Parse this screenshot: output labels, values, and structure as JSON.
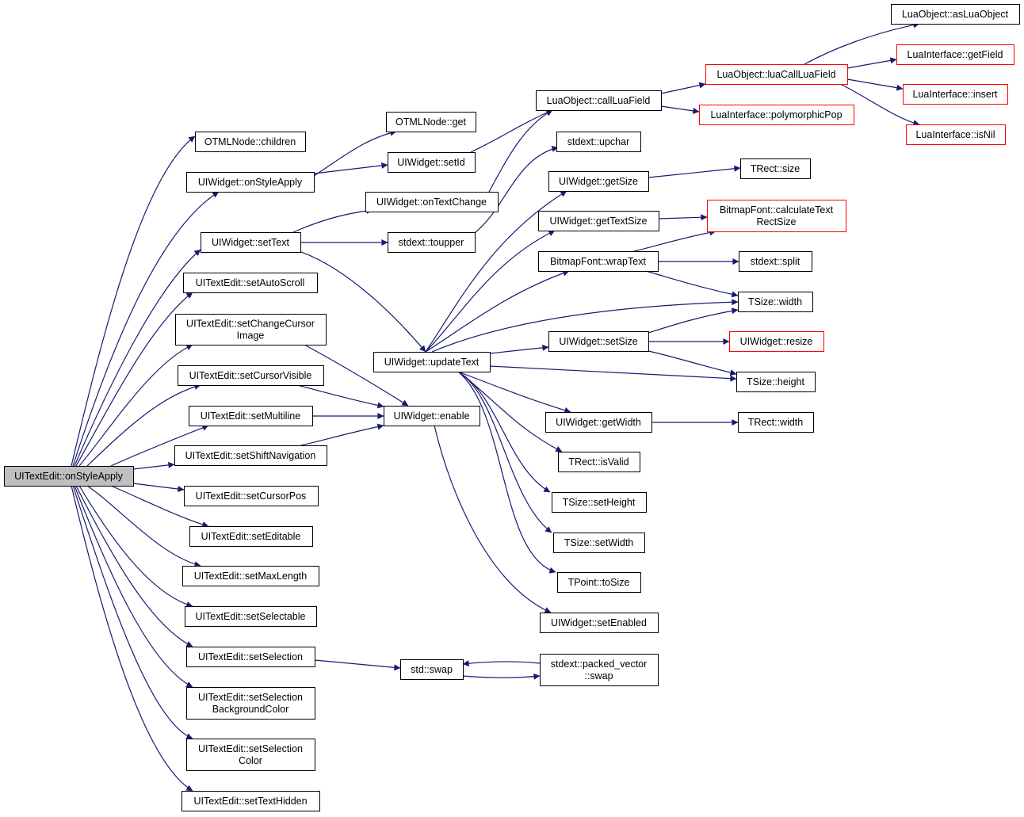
{
  "nodes": [
    {
      "id": "root",
      "lines": [
        "UITextEdit::onStyleApply"
      ],
      "style": "root"
    },
    {
      "id": "n_children",
      "lines": [
        "OTMLNode::children"
      ],
      "style": "normal"
    },
    {
      "id": "n_onstyle",
      "lines": [
        "UIWidget::onStyleApply"
      ],
      "style": "normal"
    },
    {
      "id": "n_settext",
      "lines": [
        "UIWidget::setText"
      ],
      "style": "normal"
    },
    {
      "id": "n_autoscroll",
      "lines": [
        "UITextEdit::setAutoScroll"
      ],
      "style": "normal"
    },
    {
      "id": "n_changecursor",
      "lines": [
        "UITextEdit::setChangeCursor",
        "Image"
      ],
      "style": "normal"
    },
    {
      "id": "n_cursorvisible",
      "lines": [
        "UITextEdit::setCursorVisible"
      ],
      "style": "normal"
    },
    {
      "id": "n_multiline",
      "lines": [
        "UITextEdit::setMultiline"
      ],
      "style": "normal"
    },
    {
      "id": "n_shiftnav",
      "lines": [
        "UITextEdit::setShiftNavigation"
      ],
      "style": "normal"
    },
    {
      "id": "n_cursorpos",
      "lines": [
        "UITextEdit::setCursorPos"
      ],
      "style": "normal"
    },
    {
      "id": "n_editable",
      "lines": [
        "UITextEdit::setEditable"
      ],
      "style": "normal"
    },
    {
      "id": "n_maxlength",
      "lines": [
        "UITextEdit::setMaxLength"
      ],
      "style": "normal"
    },
    {
      "id": "n_selectable",
      "lines": [
        "UITextEdit::setSelectable"
      ],
      "style": "normal"
    },
    {
      "id": "n_selection",
      "lines": [
        "UITextEdit::setSelection"
      ],
      "style": "normal"
    },
    {
      "id": "n_selbg",
      "lines": [
        "UITextEdit::setSelection",
        "BackgroundColor"
      ],
      "style": "normal"
    },
    {
      "id": "n_selcolor",
      "lines": [
        "UITextEdit::setSelection",
        "Color"
      ],
      "style": "normal"
    },
    {
      "id": "n_texthidden",
      "lines": [
        "UITextEdit::setTextHidden"
      ],
      "style": "normal"
    },
    {
      "id": "n_otmlget",
      "lines": [
        "OTMLNode::get"
      ],
      "style": "normal"
    },
    {
      "id": "n_setid",
      "lines": [
        "UIWidget::setId"
      ],
      "style": "normal"
    },
    {
      "id": "n_ontextchange",
      "lines": [
        "UIWidget::onTextChange"
      ],
      "style": "normal"
    },
    {
      "id": "n_toupper",
      "lines": [
        "stdext::toupper"
      ],
      "style": "normal"
    },
    {
      "id": "n_updatetext",
      "lines": [
        "UIWidget::updateText"
      ],
      "style": "normal"
    },
    {
      "id": "n_enable",
      "lines": [
        "UIWidget::enable"
      ],
      "style": "normal"
    },
    {
      "id": "n_swap",
      "lines": [
        "std::swap"
      ],
      "style": "normal"
    },
    {
      "id": "n_callluafield",
      "lines": [
        "LuaObject::callLuaField"
      ],
      "style": "normal"
    },
    {
      "id": "n_upchar",
      "lines": [
        "stdext::upchar"
      ],
      "style": "normal"
    },
    {
      "id": "n_getsize",
      "lines": [
        "UIWidget::getSize"
      ],
      "style": "normal"
    },
    {
      "id": "n_gettextsize",
      "lines": [
        "UIWidget::getTextSize"
      ],
      "style": "normal"
    },
    {
      "id": "n_wraptext",
      "lines": [
        "BitmapFont::wrapText"
      ],
      "style": "normal"
    },
    {
      "id": "n_setsize",
      "lines": [
        "UIWidget::setSize"
      ],
      "style": "normal"
    },
    {
      "id": "n_getwidth",
      "lines": [
        "UIWidget::getWidth"
      ],
      "style": "normal"
    },
    {
      "id": "n_isvalid",
      "lines": [
        "TRect::isValid"
      ],
      "style": "normal"
    },
    {
      "id": "n_setheight",
      "lines": [
        "TSize::setHeight"
      ],
      "style": "normal"
    },
    {
      "id": "n_setwidth",
      "lines": [
        "TSize::setWidth"
      ],
      "style": "normal"
    },
    {
      "id": "n_tosize",
      "lines": [
        "TPoint::toSize"
      ],
      "style": "normal"
    },
    {
      "id": "n_setenabled",
      "lines": [
        "UIWidget::setEnabled"
      ],
      "style": "normal"
    },
    {
      "id": "n_packedswap",
      "lines": [
        "stdext::packed_vector",
        "::swap"
      ],
      "style": "normal"
    },
    {
      "id": "n_luacallluafield",
      "lines": [
        "LuaObject::luaCallLuaField"
      ],
      "style": "red"
    },
    {
      "id": "n_polypop",
      "lines": [
        "LuaInterface::polymorphicPop"
      ],
      "style": "red"
    },
    {
      "id": "n_rectsize",
      "lines": [
        "TRect::size"
      ],
      "style": "normal"
    },
    {
      "id": "n_calctext",
      "lines": [
        "BitmapFont::calculateText",
        "RectSize"
      ],
      "style": "red"
    },
    {
      "id": "n_split",
      "lines": [
        "stdext::split"
      ],
      "style": "normal"
    },
    {
      "id": "n_tsizewidth",
      "lines": [
        "TSize::width"
      ],
      "style": "normal"
    },
    {
      "id": "n_resize",
      "lines": [
        "UIWidget::resize"
      ],
      "style": "red"
    },
    {
      "id": "n_tsizeheight",
      "lines": [
        "TSize::height"
      ],
      "style": "normal"
    },
    {
      "id": "n_rectwidth",
      "lines": [
        "TRect::width"
      ],
      "style": "normal"
    },
    {
      "id": "n_asluaobject",
      "lines": [
        "LuaObject::asLuaObject"
      ],
      "style": "normal"
    },
    {
      "id": "n_getfield",
      "lines": [
        "LuaInterface::getField"
      ],
      "style": "red"
    },
    {
      "id": "n_insert",
      "lines": [
        "LuaInterface::insert"
      ],
      "style": "red"
    },
    {
      "id": "n_isnil",
      "lines": [
        "LuaInterface::isNil"
      ],
      "style": "red"
    }
  ],
  "colors": {
    "edge": "#191970",
    "border_normal": "#000000",
    "border_red": "#ff0000",
    "root_fill": "#bfbfbf",
    "node_fill": "#ffffff"
  }
}
